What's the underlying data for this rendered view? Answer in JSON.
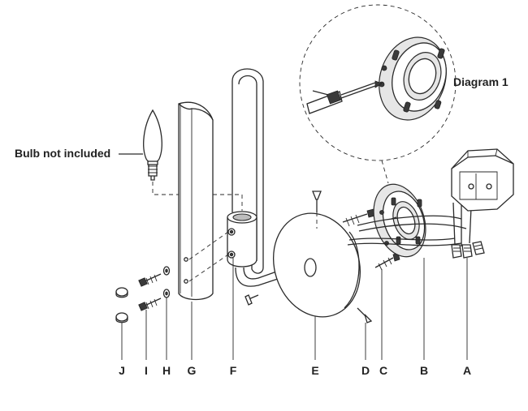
{
  "diagram": {
    "callouts": {
      "bulb": "Bulb not included",
      "detail": "Diagram 1"
    },
    "part_labels": {
      "A": "A",
      "B": "B",
      "C": "C",
      "D": "D",
      "E": "E",
      "F": "F",
      "G": "G",
      "H": "H",
      "I": "I",
      "J": "J"
    }
  }
}
